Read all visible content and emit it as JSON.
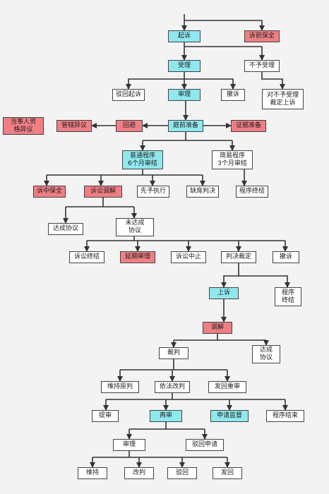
{
  "colors": {
    "background": "#f3f3f3",
    "cyan": "#8fe8ee",
    "red": "#ef7f84",
    "white": "#ffffff",
    "border": "#444444",
    "line": "#333333"
  },
  "nodes": {
    "qisu": "起诉",
    "suqian_baoquan": "诉前保全",
    "shouli": "受理",
    "buyu_shouli": "不予受理",
    "bohui_qisu": "驳回起诉",
    "shenli": "审理",
    "chesu": "撤诉",
    "dui_buyu_shangsu": "对不予受理\n裁定上诉",
    "dangshiren_yiyi": "当事人资\n格异议",
    "guanxia_yiyi": "管辖异议",
    "huibi": "回避",
    "tingqian_zhunbei": "庭前准备",
    "zhengju_zhunbei": "证据准备",
    "putong_chengxu": "普通程序\n6个月审结",
    "jianyi_chengxu": "简易程序\n3个月审结",
    "suzhong_baoquan": "诉中保全",
    "susong_tiaojie": "诉讼调解",
    "xianyu_zhixing": "先予执行",
    "queqi_panjue": "缺席判决",
    "chengxu_zhongjie_1": "程序终结",
    "dacheng_xieyi_1": "达成协议",
    "wei_dacheng_xieyi": "未达成\n协议",
    "susong_zhongjie": "诉讼终结",
    "yanqi_shenli": "延期审理",
    "susong_zhongzhi": "诉讼中止",
    "panjue_caiding": "判决裁定",
    "chesu_2": "撤诉",
    "shangsu": "上诉",
    "chengxu_zhongjie_2": "程序\n终结",
    "tiaojie": "调解",
    "caipan": "裁判",
    "dacheng_xieyi_2": "达成\n协议",
    "weichi_yuanpan": "维持原判",
    "yifa_gaipan": "依法改判",
    "fahui_chongshen": "发回重审",
    "tishen": "提审",
    "zaishen": "再审",
    "shenqing_jiandu": "申请监督",
    "chengxu_jieshu": "程序结束",
    "shenli_2": "审理",
    "bohui_shenqing": "驳回申请",
    "weichi": "维持",
    "gaipan": "改判",
    "bohui": "驳回",
    "fahui": "发回"
  }
}
